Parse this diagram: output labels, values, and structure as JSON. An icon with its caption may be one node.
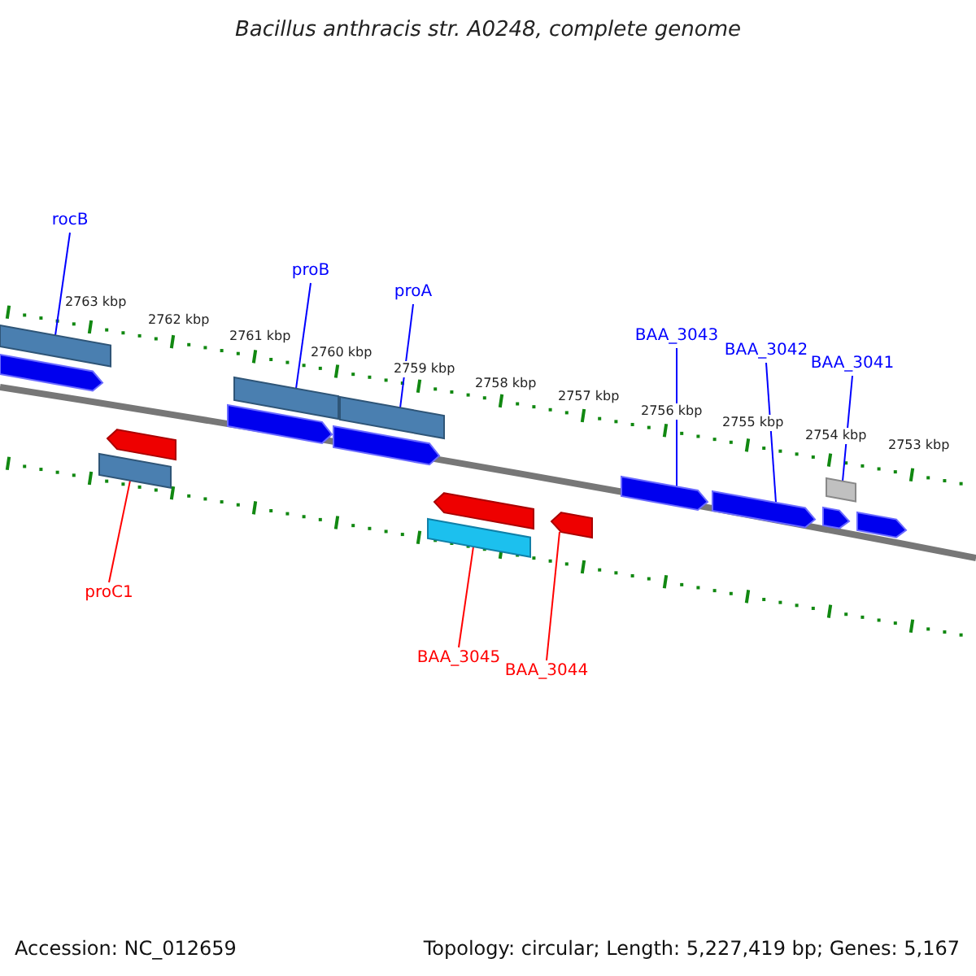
{
  "diagram": {
    "title": "Bacillus anthracis str. A0248, complete genome",
    "nodes": [
      {
        "text": [
          "rocB"
        ]
      },
      {
        "text": [
          "proB"
        ]
      },
      {
        "text": [
          "proA"
        ]
      },
      {
        "text": [
          "BAA_3043"
        ]
      },
      {
        "text": [
          "BAA_3042"
        ]
      },
      {
        "text": [
          "BAA_3041"
        ]
      },
      {
        "text": [
          "proC1"
        ]
      },
      {
        "text": [
          "BAA_3045"
        ]
      },
      {
        "text": [
          "BAA_3044"
        ]
      },
      {
        "text": [],
        "shape": "bar"
      },
      {
        "text": [],
        "shape": "arrow"
      },
      {
        "text": [],
        "shape": "bar"
      },
      {
        "text": [],
        "shape": "arrow"
      },
      {
        "text": [],
        "shape": "bar"
      },
      {
        "text": [],
        "shape": "arrow"
      },
      {
        "text": [],
        "shape": "arrow"
      },
      {
        "text": [],
        "shape": "bar"
      },
      {
        "text": [],
        "shape": "arrow"
      },
      {
        "text": [],
        "shape": "bar"
      },
      {
        "text": [],
        "shape": "arrow"
      },
      {
        "text": [],
        "shape": "arrow"
      },
      {
        "text": [],
        "shape": "arrow"
      },
      {
        "text": [],
        "shape": "bar"
      },
      {
        "text": [],
        "shape": "arrow"
      },
      {
        "text": [],
        "shape": "arrow"
      }
    ],
    "edges": [
      {
        "from": 0,
        "to": 9,
        "arrow": "none"
      },
      {
        "from": 1,
        "to": 11,
        "arrow": "none"
      },
      {
        "from": 2,
        "to": 13,
        "arrow": "none"
      },
      {
        "from": 3,
        "to": 20,
        "arrow": "none"
      },
      {
        "from": 4,
        "to": 21,
        "arrow": "none"
      },
      {
        "from": 5,
        "to": 22,
        "arrow": "none"
      },
      {
        "from": 6,
        "to": 16,
        "arrow": "none",
        "color": "#ff0000"
      },
      {
        "from": 7,
        "to": 18,
        "arrow": "none",
        "color": "#ff0000"
      },
      {
        "from": 8,
        "to": 19,
        "arrow": "none",
        "color": "#ff0000"
      }
    ],
    "labels": [
      "2763 kbp",
      "2762 kbp",
      "2761 kbp",
      "2760 kbp",
      "2759 kbp",
      "2758 kbp",
      "2757 kbp",
      "2756 kbp",
      "2755 kbp",
      "2754 kbp",
      "2753 kbp",
      "Accession: NC_012659",
      "Topology: circular; Length: 5,227,419 bp; Genes: 5,167"
    ]
  }
}
